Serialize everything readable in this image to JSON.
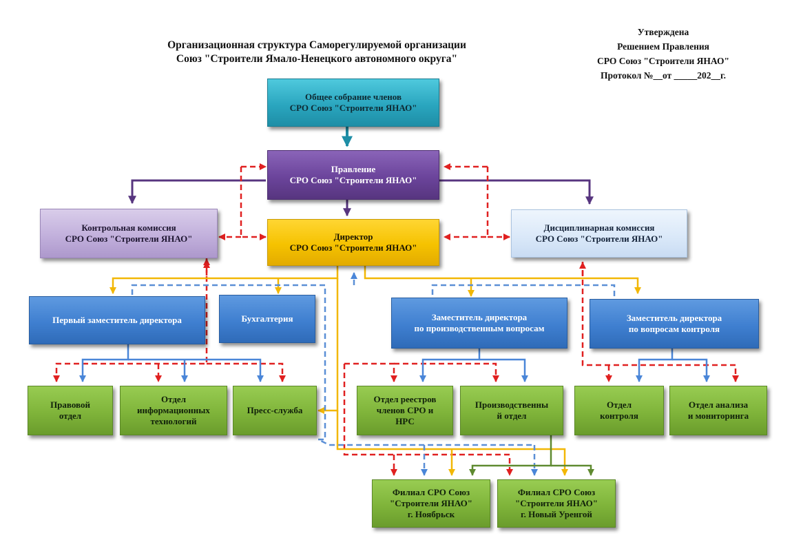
{
  "header": {
    "title_line1": "Организационная структура Саморегулируемой организации",
    "title_line2": "Союз \"Строители Ямало-Ненецкого автономного округа\""
  },
  "approval": {
    "line1": "Утверждена",
    "line2": "Решением Правления",
    "line3": "СРО Союз \"Строители ЯНАО\"",
    "line4": "Протокол №__от _____202__г."
  },
  "boxes": {
    "general_meeting": {
      "line1": "Общее собрание членов",
      "line2": "СРО Союз \"Строители ЯНАО\""
    },
    "board": {
      "line1": "Правление",
      "line2": "СРО Союз \"Строители ЯНАО\""
    },
    "control_commission": {
      "line1": "Контрольная комиссия",
      "line2": "СРО Союз \"Строители ЯНАО\""
    },
    "director": {
      "line1": "Директор",
      "line2": "СРО Союз \"Строители ЯНАО\""
    },
    "disciplinary_commission": {
      "line1": "Дисциплинарная комиссия",
      "line2": "СРО Союз \"Строители ЯНАО\""
    },
    "first_deputy": {
      "line1": "Первый заместитель директора"
    },
    "accounting": {
      "line1": "Бухгалтерия"
    },
    "deputy_production": {
      "line1": "Заместитель директора",
      "line2": "по производственным вопросам"
    },
    "deputy_control": {
      "line1": "Заместитель директора",
      "line2": "по вопросам контроля"
    },
    "legal": {
      "line1": "Правовой",
      "line2": "отдел"
    },
    "it": {
      "line1": "Отдел",
      "line2": "информационных",
      "line3": "технологий"
    },
    "press": {
      "line1": "Пресс-служба"
    },
    "registry": {
      "line1": "Отдел реестров",
      "line2": "членов СРО и",
      "line3": "НРС"
    },
    "production": {
      "line1": "Производственны",
      "line2": "й отдел"
    },
    "control_dept": {
      "line1": "Отдел",
      "line2": "контроля"
    },
    "analysis": {
      "line1": "Отдел анализа",
      "line2": "и мониторинга"
    },
    "branch_noyabrsk": {
      "line1": "Филиал СРО Союз",
      "line2": "\"Строители ЯНАО\"",
      "line3": "г. Ноябрьск"
    },
    "branch_urengoy": {
      "line1": "Филиал СРО Союз",
      "line2": "\"Строители ЯНАО\"",
      "line3": "г. Новый Уренгой"
    }
  },
  "colors": {
    "teal": "#2aa6bf",
    "purple": "#6b449b",
    "lilac": "#c2b0dc",
    "yellow": "#f5c200",
    "pale_blue": "#dbe9f9",
    "blue": "#3f7fd0",
    "green": "#7fb43a",
    "red_dashed": "#e02020",
    "blue_dashed": "#5b8fd6",
    "yellow_line": "#f2b705",
    "green_line": "#5f8a30"
  }
}
